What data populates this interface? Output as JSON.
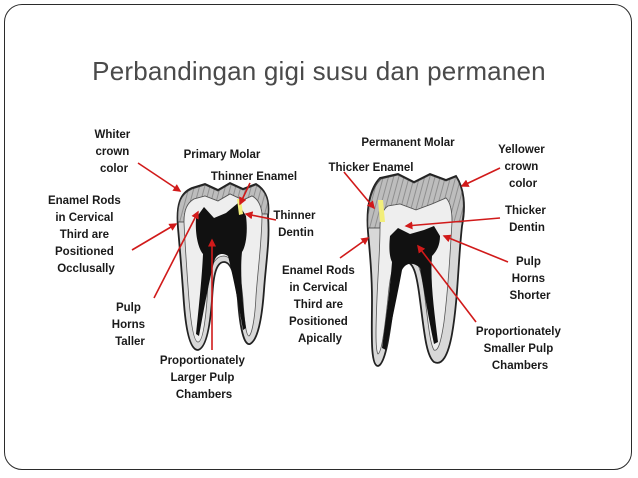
{
  "slide": {
    "title": "Perbandingan gigi susu dan permanen"
  },
  "primary_molar": {
    "heading": "Primary Molar",
    "labels": {
      "whiter_crown": [
        "Whiter",
        "crown",
        "color"
      ],
      "thinner_enamel": [
        "Thinner Enamel"
      ],
      "thinner_dentin": [
        "Thinner",
        "Dentin"
      ],
      "enamel_rods_occlusal": [
        "Enamel Rods",
        "in Cervical",
        "Third are",
        "Positioned",
        "Occlusally"
      ],
      "pulp_horns_taller": [
        "Pulp",
        "Horns",
        "Taller"
      ],
      "larger_pulp": [
        "Proportionately",
        "Larger Pulp",
        "Chambers"
      ]
    }
  },
  "permanent_molar": {
    "heading": "Permanent Molar",
    "labels": {
      "thicker_enamel": [
        "Thicker Enamel"
      ],
      "yellower_crown": [
        "Yellower",
        "crown",
        "color"
      ],
      "thicker_dentin": [
        "Thicker",
        "Dentin"
      ],
      "enamel_rods_apical": [
        "Enamel Rods",
        "in Cervical",
        "Third are",
        "Positioned",
        "Apically"
      ],
      "pulp_horns_shorter": [
        "Pulp",
        "Horns",
        "Shorter"
      ],
      "smaller_pulp": [
        "Proportionately",
        "Smaller Pulp",
        "Chambers"
      ]
    }
  },
  "colors": {
    "arrow": "#d11a1a",
    "enamel": "#b8b8b8",
    "dentin": "#efefef",
    "pulp": "#111111",
    "highlight": "#f2ee7a"
  }
}
